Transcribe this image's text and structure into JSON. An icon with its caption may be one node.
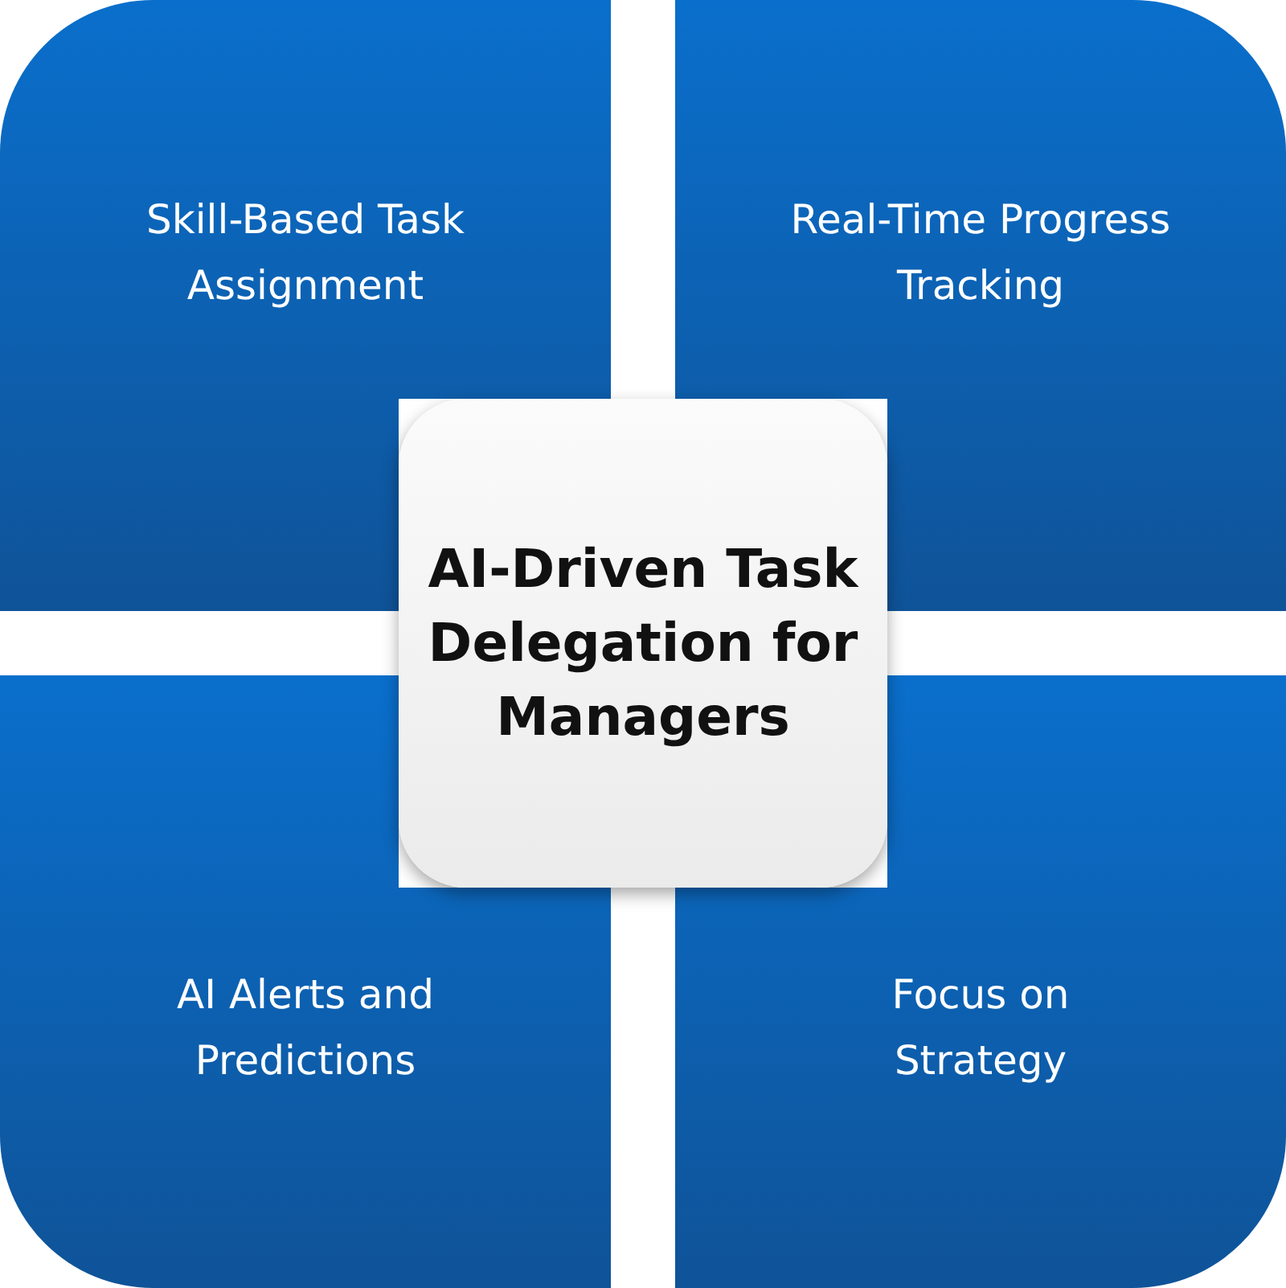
{
  "diagram": {
    "nodes": [
      {
        "text": [
          "Skill-Based Task Assignment"
        ]
      },
      {
        "text": [
          "Real-Time Progress Tracking"
        ]
      },
      {
        "text": [
          "AI-Driven Task Delegation for Managers"
        ]
      },
      {
        "text": [
          "AI Alerts and Predictions"
        ]
      },
      {
        "text": [
          "Focus on Strategy"
        ]
      }
    ]
  }
}
